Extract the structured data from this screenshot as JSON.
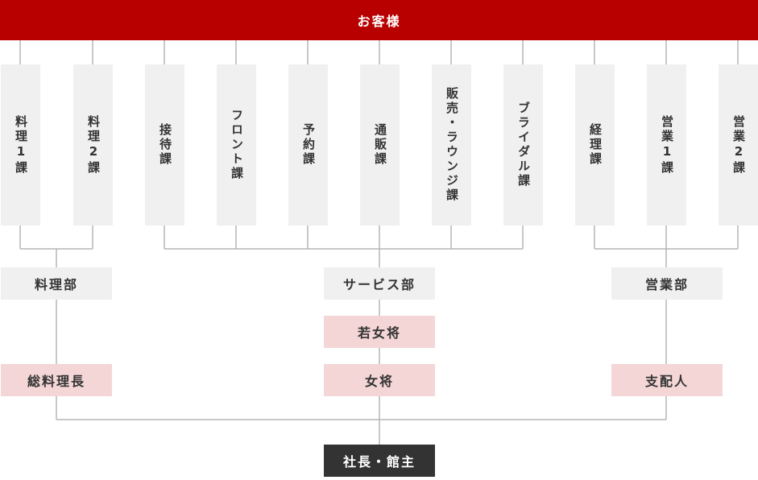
{
  "customer": "お客様",
  "sections": [
    "料理1課",
    "料理2課",
    "接待課",
    "フロント課",
    "予約課",
    "通販課",
    "販売・ラウンジ課",
    "ブライダル課",
    "経理課",
    "営業1課",
    "営業2課"
  ],
  "departments": {
    "cooking": "料理部",
    "service": "サービス部",
    "sales": "営業部"
  },
  "roles": {
    "head_chef": "総料理長",
    "young_okami": "若女将",
    "okami": "女将",
    "manager": "支配人",
    "president": "社長・館主"
  },
  "colors": {
    "top_bar": "#b80000",
    "section_bg": "#f0f0f0",
    "role_pink": "#f4d6d6",
    "president_bg": "#333333",
    "line": "#b5b5b5"
  }
}
